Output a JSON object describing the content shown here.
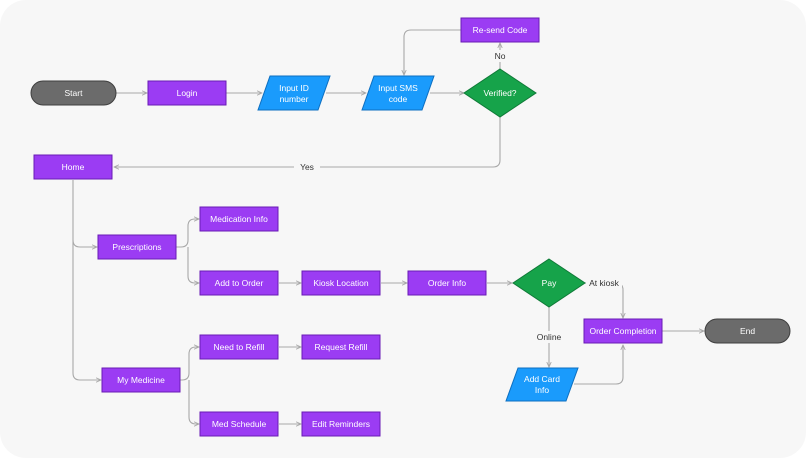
{
  "colors": {
    "process": "#9b3cf3",
    "process_border": "#6a1bb5",
    "io": "#1a9bfc",
    "io_border": "#0d6fc0",
    "decision": "#16a34a",
    "decision_border": "#0f7a37",
    "terminal": "#6b6b6b",
    "terminal_border": "#3f3f3f",
    "connector": "#a8a8a8",
    "background": "#f7f7f7"
  },
  "nodes": {
    "start": "Start",
    "login": "Login",
    "input_id": [
      "Input ID",
      "number"
    ],
    "input_sms": [
      "Input SMS",
      "code"
    ],
    "verified": "Verified?",
    "resend": "Re-send Code",
    "home": "Home",
    "prescriptions": "Prescriptions",
    "medication_info": "Medication Info",
    "add_to_order": "Add to Order",
    "kiosk_location": "Kiosk Location",
    "order_info": "Order Info",
    "pay": "Pay",
    "order_completion": "Order Completion",
    "end": "End",
    "add_card": [
      "Add Card",
      "Info"
    ],
    "my_medicine": "My Medicine",
    "need_refill": "Need to Refill",
    "request_refill": "Request Refill",
    "med_schedule": "Med Schedule",
    "edit_reminders": "Edit Reminders"
  },
  "edge_labels": {
    "no": "No",
    "yes": "Yes",
    "at_kiosk": "At kiosk",
    "online": "Online"
  }
}
